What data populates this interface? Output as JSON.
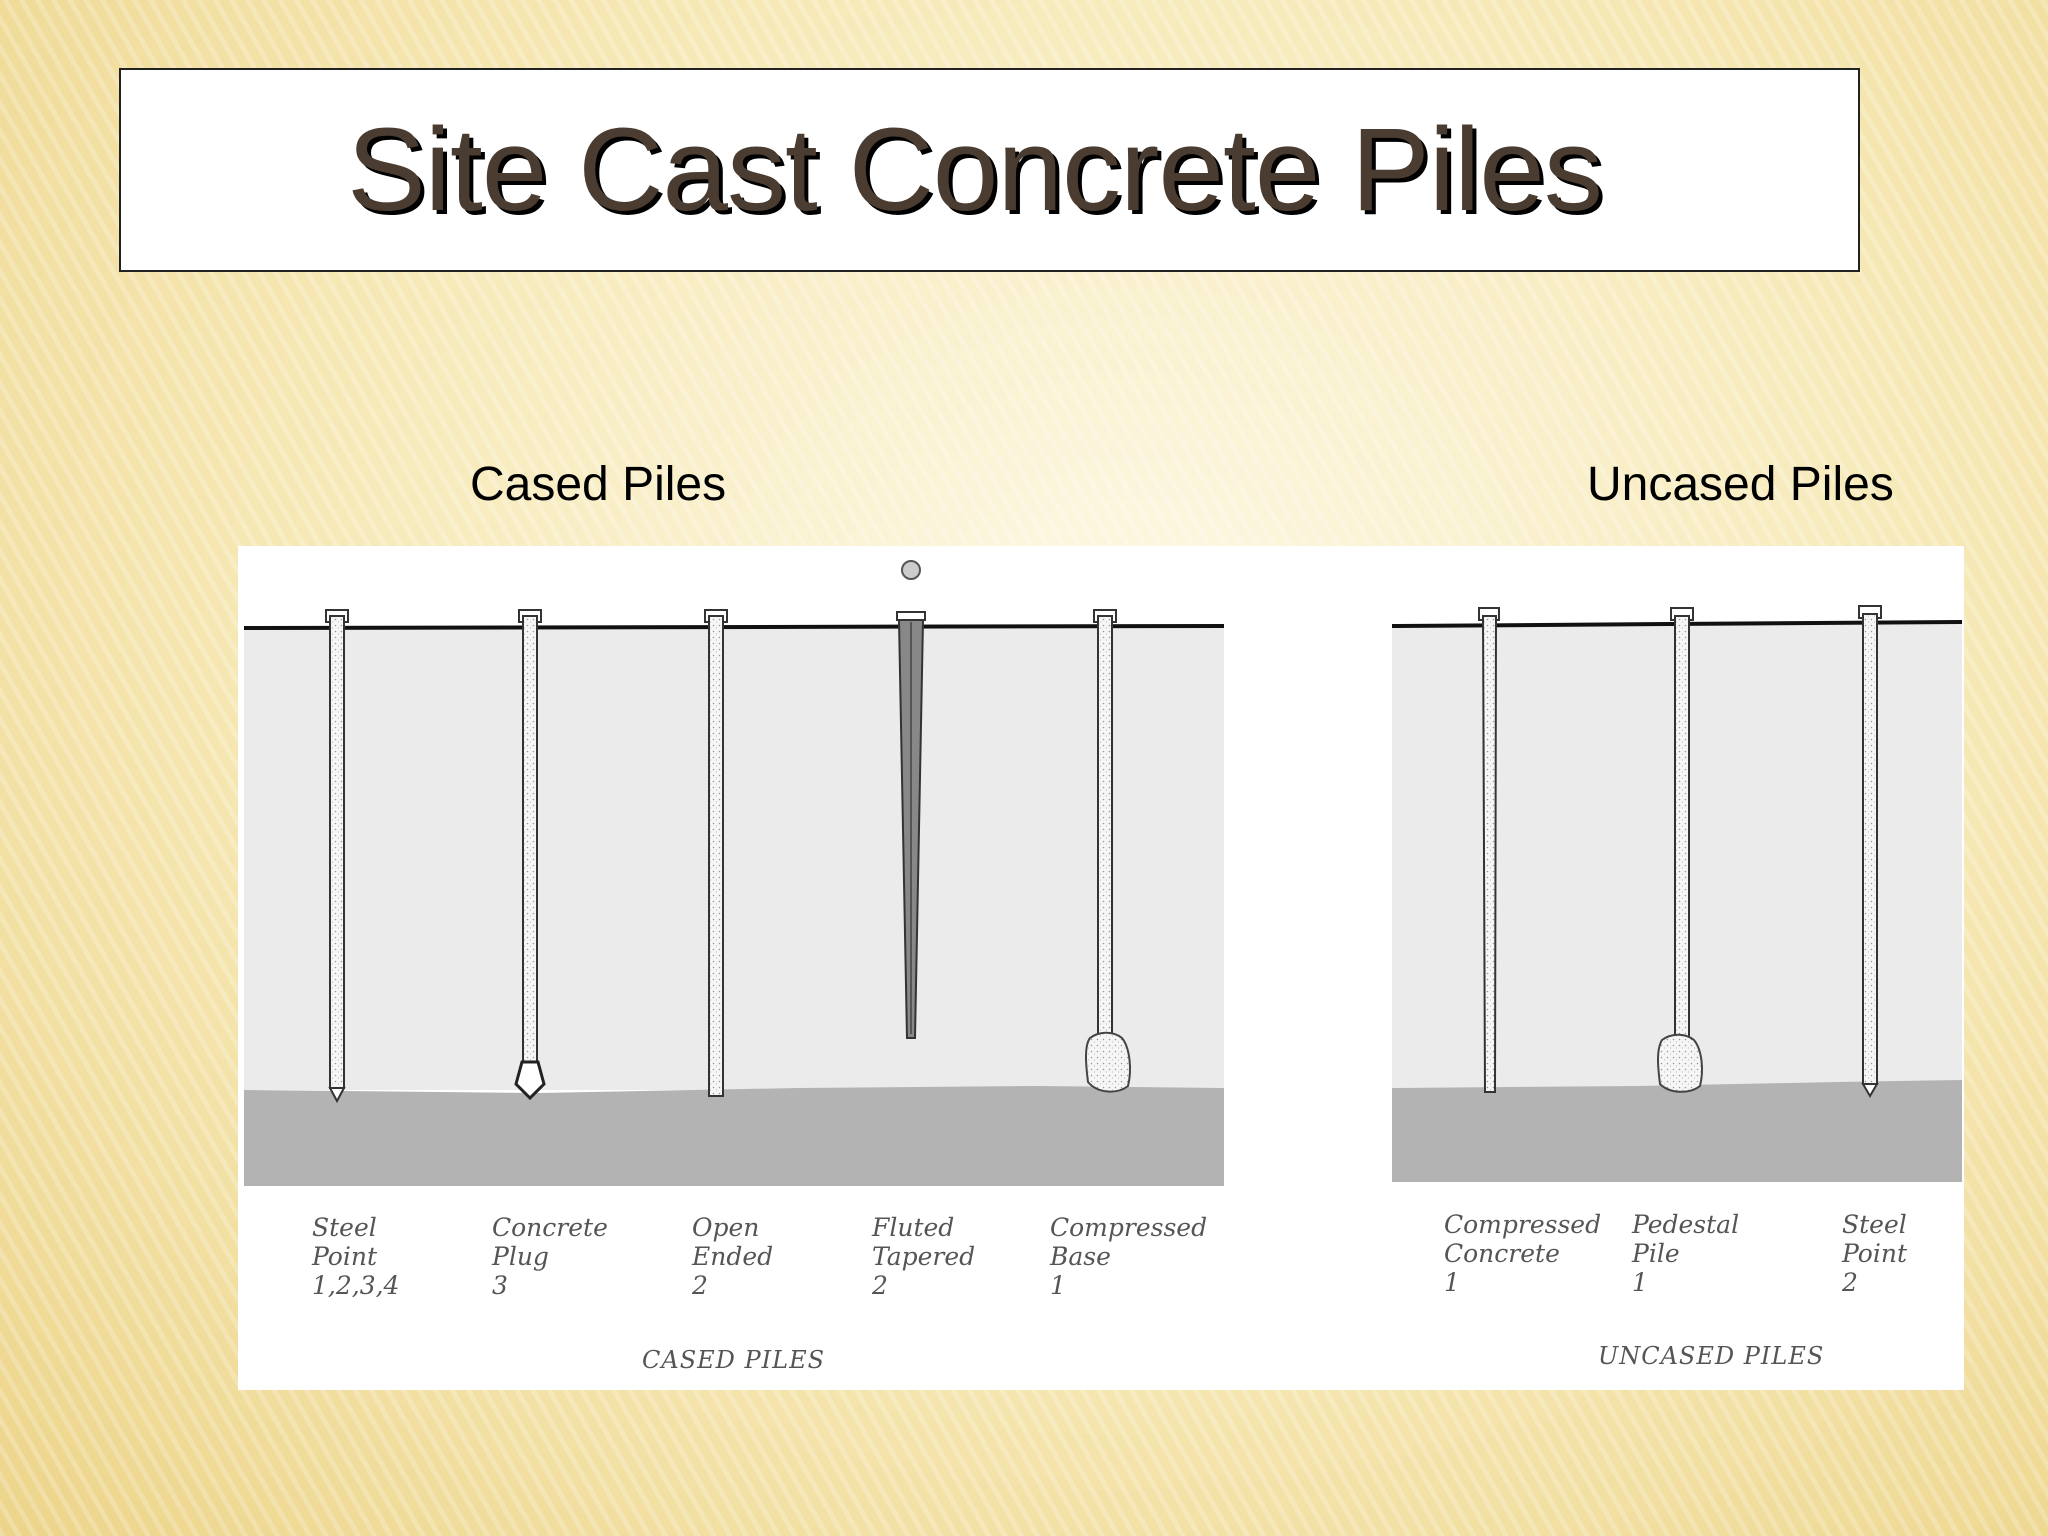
{
  "title": "Site Cast Concrete Piles",
  "labels": {
    "cased": "Cased Piles",
    "uncased": "Uncased Piles"
  },
  "figure": {
    "cased_caption": "CASED PILES",
    "uncased_caption": "UNCASED PILES",
    "cased_piles": [
      {
        "line1": "Steel",
        "line2": "Point",
        "line3": "1,2,3,4"
      },
      {
        "line1": "Concrete",
        "line2": "Plug",
        "line3": "3"
      },
      {
        "line1": "Open",
        "line2": "Ended",
        "line3": "2"
      },
      {
        "line1": "Fluted",
        "line2": "Tapered",
        "line3": "2"
      },
      {
        "line1": "Compressed",
        "line2": "Base",
        "line3": "1"
      }
    ],
    "uncased_piles": [
      {
        "line1": "Compressed",
        "line2": "Concrete",
        "line3": "1"
      },
      {
        "line1": "Pedestal",
        "line2": "Pile",
        "line3": "1"
      },
      {
        "line1": "Steel",
        "line2": "Point",
        "line3": "2"
      }
    ]
  },
  "colors": {
    "soil": "#ebebeb",
    "bearing_stratum": "#b3b3b3",
    "title_text": "#4a3c30"
  }
}
